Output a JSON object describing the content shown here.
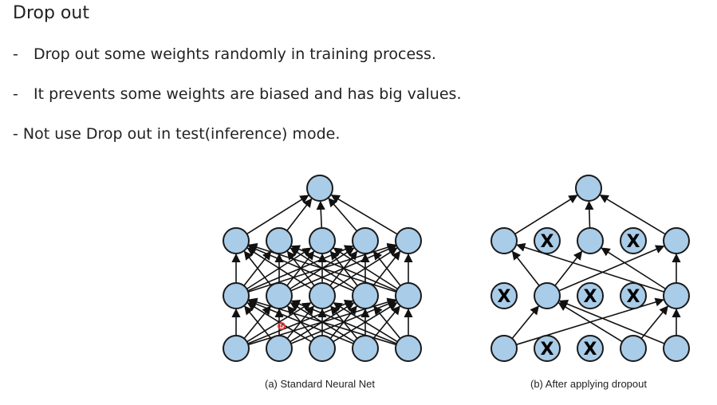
{
  "slide": {
    "title": "Drop out",
    "bullets": [
      {
        "dash": "-",
        "text": "Drop out some weights randomly in training process."
      },
      {
        "dash": "-",
        "text": "It prevents some weights are biased and has big values."
      },
      {
        "dash": "",
        "text": "- Not use Drop out in test(inference) mode."
      }
    ]
  },
  "figure": {
    "node_fill": "#a9cce8",
    "node_stroke": "#1a1a1a",
    "dropped_mark": "X",
    "pointer_color": "#e23b3b",
    "networks": [
      {
        "caption": "(a) Standard Neural Net",
        "layers": [
          [
            false,
            false,
            false,
            false,
            false
          ],
          [
            false,
            false,
            false,
            false,
            false
          ],
          [
            false,
            false,
            false,
            false,
            false
          ],
          [
            false
          ]
        ],
        "edges": "full"
      },
      {
        "caption": "(b) After applying dropout",
        "layers": [
          [
            false,
            true,
            true,
            false,
            false
          ],
          [
            true,
            false,
            true,
            true,
            false
          ],
          [
            false,
            true,
            false,
            true,
            false
          ],
          [
            false
          ]
        ],
        "edges": [
          [
            0,
            0,
            1
          ],
          [
            0,
            0,
            4
          ],
          [
            0,
            3,
            1
          ],
          [
            0,
            3,
            4
          ],
          [
            0,
            4,
            1
          ],
          [
            0,
            4,
            4
          ],
          [
            1,
            1,
            0
          ],
          [
            1,
            1,
            2
          ],
          [
            1,
            1,
            4
          ],
          [
            1,
            4,
            0
          ],
          [
            1,
            4,
            2
          ],
          [
            1,
            4,
            4
          ],
          [
            2,
            0,
            0
          ],
          [
            2,
            2,
            0
          ],
          [
            2,
            4,
            0
          ]
        ]
      }
    ]
  }
}
